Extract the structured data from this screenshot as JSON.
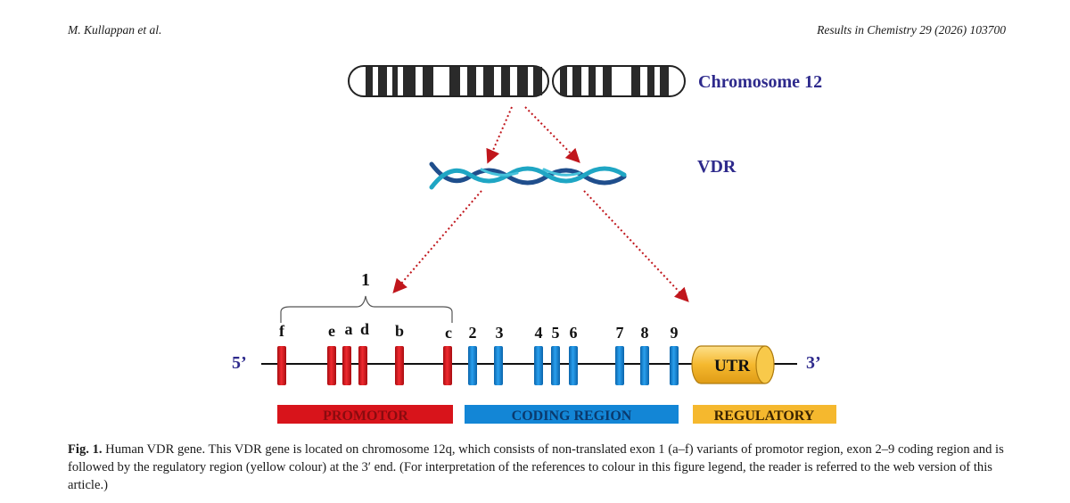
{
  "header": {
    "authors": "M. Kullappan et al.",
    "journal": "Results in Chemistry 29 (2026) 103700"
  },
  "figure": {
    "chromosome_label": "Chromosome 12",
    "dna_label": "VDR",
    "bracket_label": "1",
    "five_prime": "5’",
    "three_prime": "3’",
    "utr_label": "UTR",
    "colors": {
      "promoter": "#d8141b",
      "coding": "#1386d6",
      "regulatory": "#f5b82e",
      "label_blue": "#2e2a8c"
    },
    "promoter_exons": [
      "f",
      "e",
      "a",
      "d",
      "b",
      "c"
    ],
    "coding_exons": [
      "2",
      "3",
      "4",
      "5",
      "6",
      "7",
      "8",
      "9"
    ],
    "regions": {
      "promoter": "PROMOTOR",
      "coding": "CODING REGION",
      "regulatory": "REGULATORY"
    }
  },
  "caption": {
    "label": "Fig. 1.",
    "text": "Human VDR gene. This VDR gene is located on chromosome 12q, which consists of non-translated exon 1 (a–f) variants of promotor region, exon 2–9 coding region and is followed by the regulatory region (yellow colour) at the 3′ end. (For interpretation of the references to colour in this figure legend, the reader is referred to the web version of this article.)"
  }
}
